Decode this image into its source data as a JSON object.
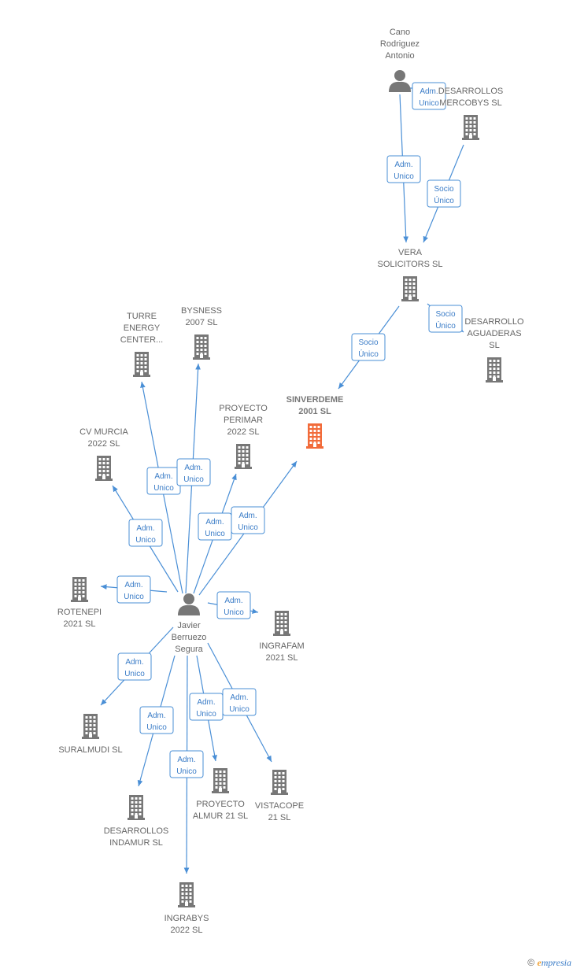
{
  "colors": {
    "edge": "#4a8fd6",
    "building": "#777777",
    "focus": "#f26b3a",
    "person": "#777777"
  },
  "nodes": [
    {
      "id": "cano",
      "type": "person",
      "label": [
        "Cano",
        "Rodriguez",
        "Antonio"
      ]
    },
    {
      "id": "desarrollos_mercobys",
      "type": "company",
      "label": [
        "DESARROLLOS",
        "MERCOBYS SL"
      ]
    },
    {
      "id": "vera",
      "type": "company",
      "label": [
        "VERA",
        "SOLICITORS SL"
      ]
    },
    {
      "id": "desarrollo_aguaderas",
      "type": "company",
      "label": [
        "DESARROLLO",
        "AGUADERAS",
        "SL"
      ]
    },
    {
      "id": "sinverdeme",
      "type": "company",
      "focus": true,
      "label": [
        "SINVERDEME",
        "2001 SL"
      ]
    },
    {
      "id": "turre",
      "type": "company",
      "label": [
        "TURRE",
        "ENERGY",
        "CENTER..."
      ]
    },
    {
      "id": "bysness",
      "type": "company",
      "label": [
        "BYSNESS",
        "2007 SL"
      ]
    },
    {
      "id": "proyecto_perimar",
      "type": "company",
      "label": [
        "PROYECTO",
        "PERIMAR",
        "2022 SL"
      ]
    },
    {
      "id": "cv_murcia",
      "type": "company",
      "label": [
        "CV MURCIA",
        "2022 SL"
      ]
    },
    {
      "id": "rotenepi",
      "type": "company",
      "label": [
        "ROTENEPI",
        "2021 SL"
      ]
    },
    {
      "id": "javier",
      "type": "person",
      "label": [
        "Javier",
        "Berruezo",
        "Segura"
      ]
    },
    {
      "id": "ingrafam",
      "type": "company",
      "label": [
        "INGRAFAM",
        "2021 SL"
      ]
    },
    {
      "id": "suralmudi",
      "type": "company",
      "label": [
        "SURALMUDI SL"
      ]
    },
    {
      "id": "desarrollos_indamur",
      "type": "company",
      "label": [
        "DESARROLLOS",
        "INDAMUR SL"
      ]
    },
    {
      "id": "proyecto_almur",
      "type": "company",
      "label": [
        "PROYECTO",
        "ALMUR 21 SL"
      ]
    },
    {
      "id": "vistacope",
      "type": "company",
      "label": [
        "VISTACOPE",
        "21 SL"
      ]
    },
    {
      "id": "ingrabys",
      "type": "company",
      "label": [
        "INGRABYS",
        "2022 SL"
      ]
    }
  ],
  "edges": [
    {
      "from": "cano",
      "to": "desarrollos_mercobys",
      "label": [
        "Adm.",
        "Unico"
      ]
    },
    {
      "from": "cano",
      "to": "vera",
      "label": [
        "Adm.",
        "Unico"
      ]
    },
    {
      "from": "desarrollos_mercobys",
      "to": "vera",
      "label": [
        "Socio",
        "Único"
      ]
    },
    {
      "from": "vera",
      "to": "desarrollo_aguaderas",
      "label": [
        "Socio",
        "Único"
      ]
    },
    {
      "from": "vera",
      "to": "sinverdeme",
      "label": [
        "Socio",
        "Único"
      ]
    },
    {
      "from": "javier",
      "to": "turre",
      "label": [
        "Adm.",
        "Unico"
      ]
    },
    {
      "from": "javier",
      "to": "bysness",
      "label": [
        "Adm.",
        "Unico"
      ]
    },
    {
      "from": "javier",
      "to": "cv_murcia",
      "label": [
        "Adm.",
        "Unico"
      ]
    },
    {
      "from": "javier",
      "to": "proyecto_perimar",
      "label": [
        "Adm.",
        "Unico"
      ]
    },
    {
      "from": "javier",
      "to": "sinverdeme",
      "label": [
        "Adm.",
        "Unico"
      ]
    },
    {
      "from": "javier",
      "to": "rotenepi",
      "label": [
        "Adm.",
        "Unico"
      ]
    },
    {
      "from": "javier",
      "to": "ingrafam",
      "label": [
        "Adm.",
        "Unico"
      ]
    },
    {
      "from": "javier",
      "to": "suralmudi",
      "label": [
        "Adm.",
        "Unico"
      ]
    },
    {
      "from": "javier",
      "to": "desarrollos_indamur",
      "label": [
        "Adm.",
        "Unico"
      ]
    },
    {
      "from": "javier",
      "to": "proyecto_almur",
      "label": [
        "Adm.",
        "Unico"
      ]
    },
    {
      "from": "javier",
      "to": "vistacope",
      "label": [
        "Adm.",
        "Unico"
      ]
    },
    {
      "from": "javier",
      "to": "ingrabys",
      "label": [
        "Adm.",
        "Unico"
      ]
    }
  ],
  "footer": {
    "copyright": "©",
    "brand_initial": "e",
    "brand_rest": "mpresia"
  }
}
